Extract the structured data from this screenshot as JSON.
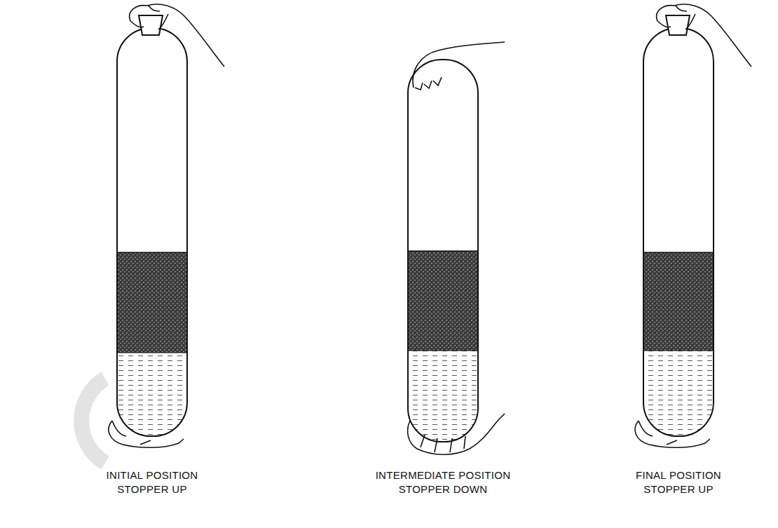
{
  "diagram": {
    "labels": [
      "INITIAL POSITION STOPPER UP",
      "INTERMEDIATE POSITION STOPPER DOWN",
      "FINAL POSITION STOPPER UP"
    ]
  }
}
